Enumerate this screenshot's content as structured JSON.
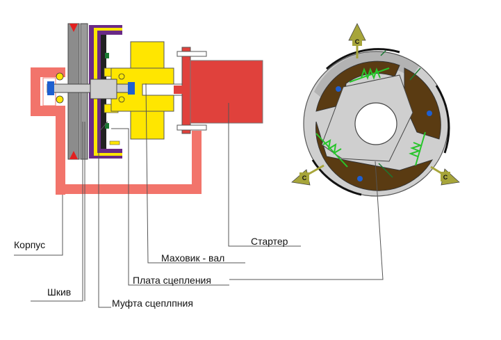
{
  "labels": {
    "korpus": "Корпус",
    "shkiv": "Шкив",
    "mufta": "Муфта сцеплпния",
    "plata": "Плата сцепления",
    "makhovik": "Маховик - вал",
    "starter": "Стартер"
  },
  "arrow_letter": "С",
  "colors": {
    "housing": "#f2746b",
    "starter": "#e0413c",
    "flywheel": "#ffe600",
    "purple": "#6a2a86",
    "pulley": "#8c8c8c",
    "plate_brown": "#5a3b12",
    "hub_gray": "#cfcfcf",
    "spring": "#27c52a",
    "arrow_fill": "#a7a53a",
    "bolt_blue": "#1e5fd0",
    "marker_red": "#e2201f",
    "green_dot": "#1b7a33"
  }
}
